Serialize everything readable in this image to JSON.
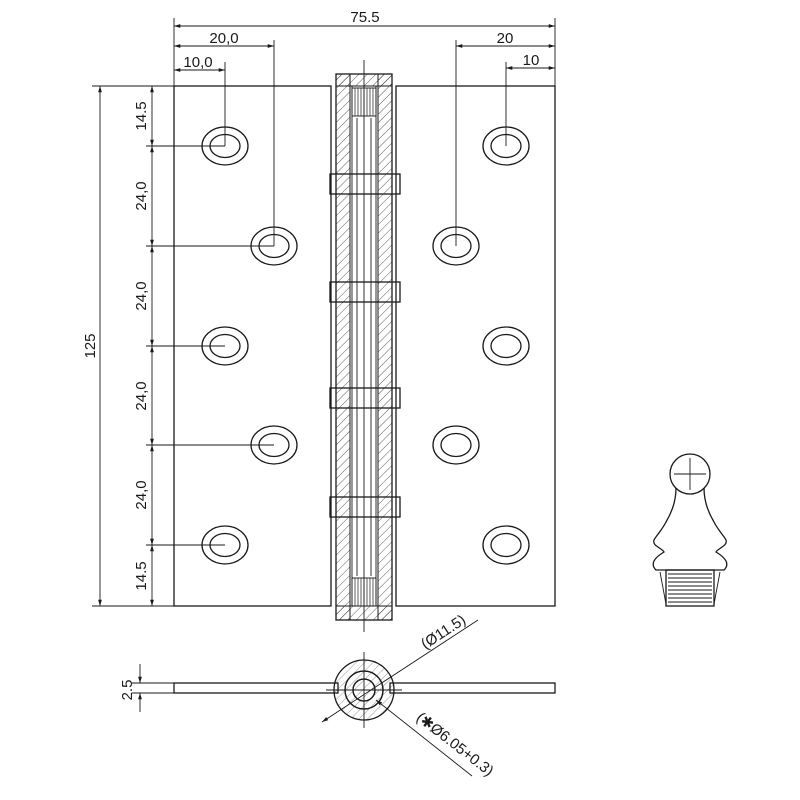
{
  "drawing": {
    "top_dims": {
      "overall_width": "75.5",
      "left_outer": "20,0",
      "left_inner": "10,0",
      "right_outer": "20",
      "right_inner": "10"
    },
    "side_dims": {
      "overall_height": "125",
      "end_top": "14.5",
      "pitch_1": "24,0",
      "pitch_2": "24,0",
      "pitch_3": "24,0",
      "pitch_4": "24,0",
      "end_bottom": "14.5"
    },
    "bottom_dims": {
      "thickness": "2.5",
      "knuckle_diameter": "(Ø11.5)",
      "pin_diameter": "(✱Ø6.05+0.3)"
    }
  }
}
